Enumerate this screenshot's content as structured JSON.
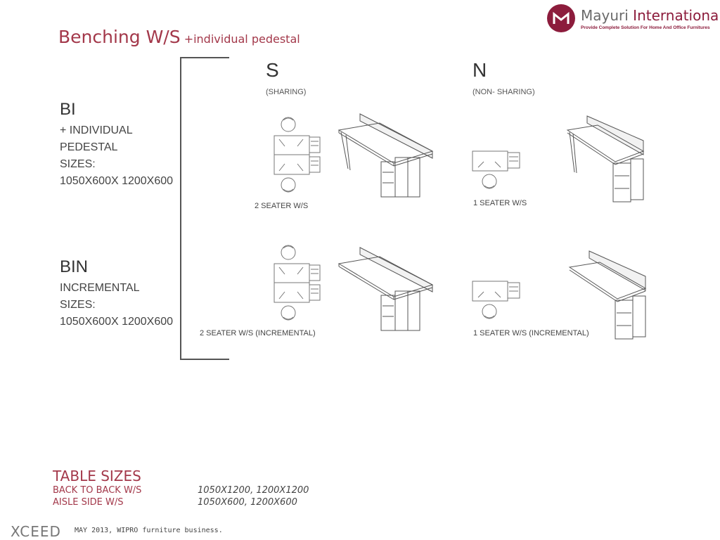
{
  "title": {
    "main": "Benching W/S",
    "sub": "+individual pedestal"
  },
  "logo": {
    "name_part1": "Mayuri",
    "name_part2": "International",
    "tagline": "Provide Complete Solution For Home And Office Furnitures"
  },
  "bi": {
    "code": "BI",
    "line1": "+ INDIVIDUAL",
    "line2": "PEDESTAL",
    "line3": "SIZES:",
    "line4": "1050X600X 1200X600"
  },
  "bin": {
    "code": "BIN",
    "line1": "INCREMENTAL",
    "line2": "SIZES:",
    "line3": "1050X600X 1200X600"
  },
  "columns": {
    "s_letter": "S",
    "s_sub": "(SHARING)",
    "n_letter": "N",
    "n_sub": "(NON- SHARING)"
  },
  "captions": {
    "c1": "2 SEATER W/S",
    "c2": "1 SEATER W/S",
    "c3": "2 SEATER W/S (INCREMENTAL)",
    "c4": "1 SEATER W/S (INCREMENTAL)"
  },
  "table_sizes": {
    "title": "TABLE SIZES",
    "row1_label": "BACK TO BACK W/S",
    "row1_value": "1050X1200, 1200X1200",
    "row2_label": "AISLE SIDE W/S",
    "row2_value": "1050X600, 1200X600"
  },
  "footer": {
    "brand": "XCEED",
    "text": "MAY 2013, WIPRO furniture business."
  }
}
